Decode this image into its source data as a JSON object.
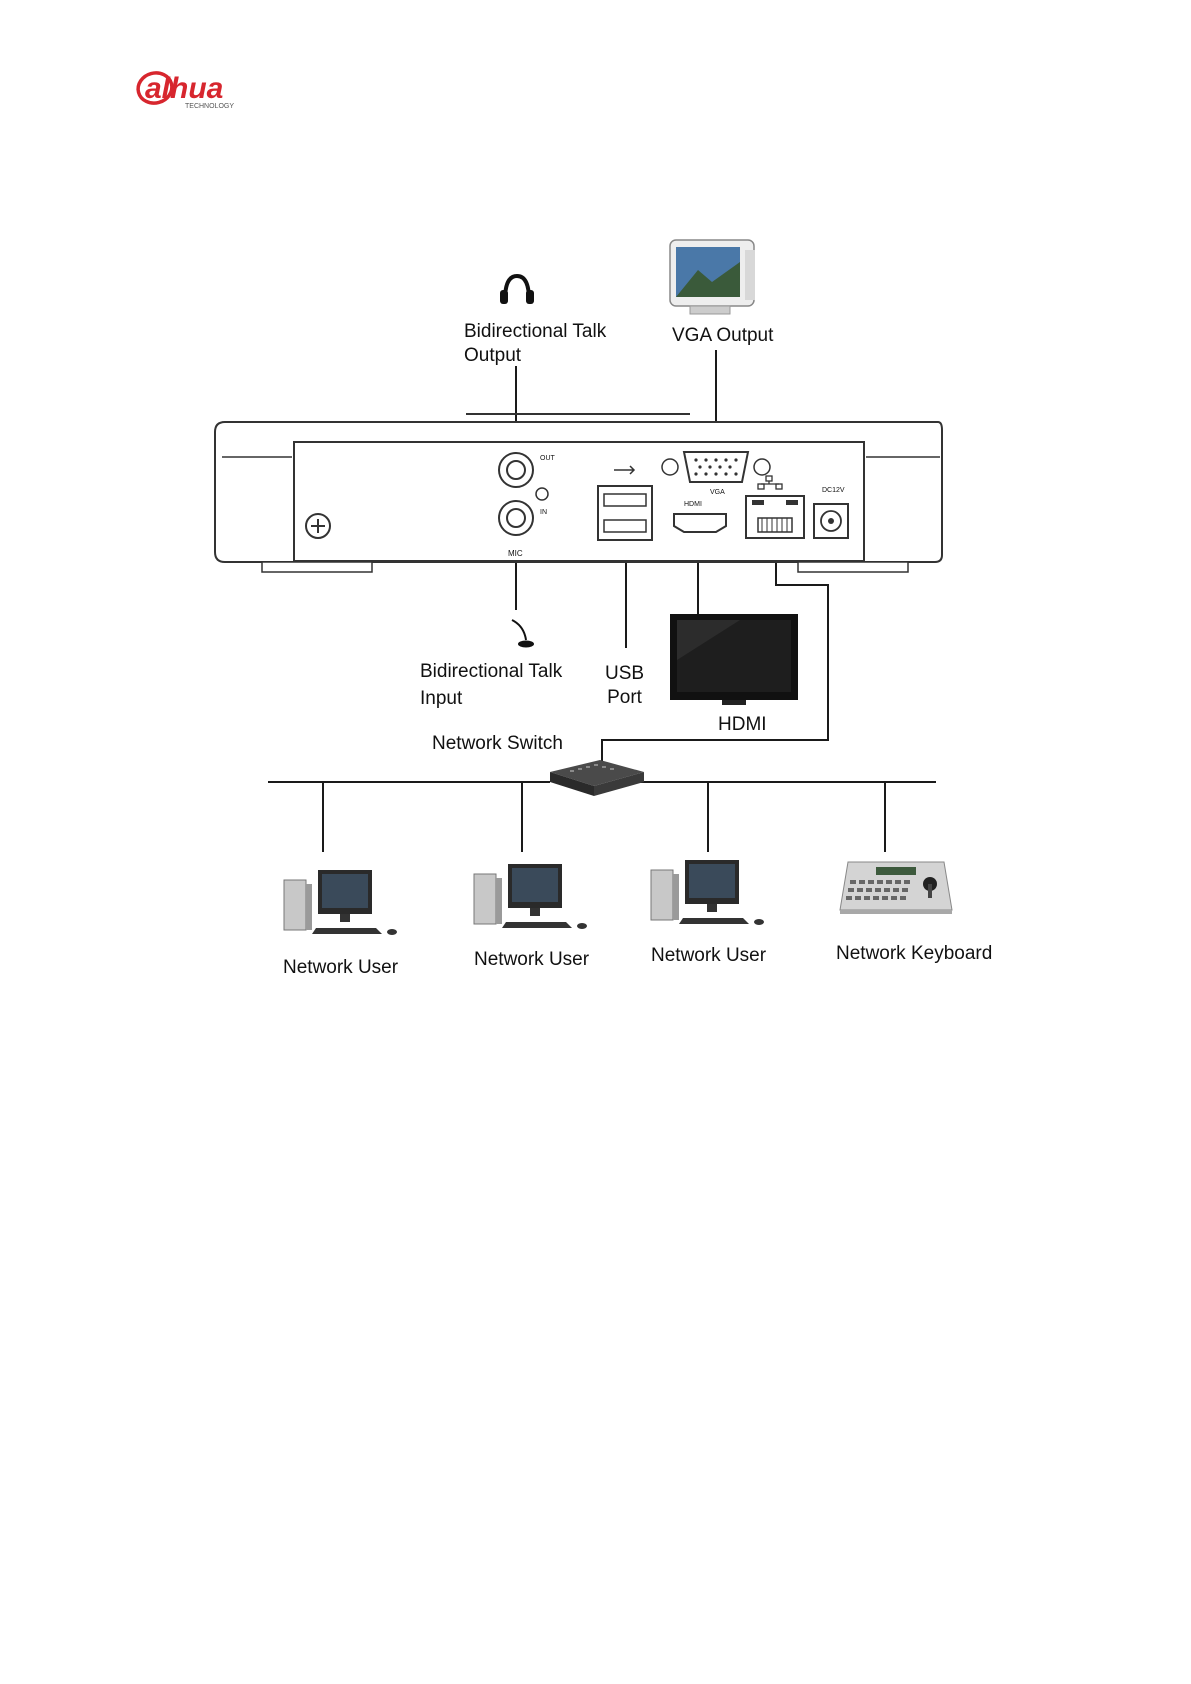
{
  "header": {
    "logo_text": "alhua",
    "logo_subtext": "TECHNOLOGY"
  },
  "device_panel": {
    "port_marks": {
      "audio_out": "OUT",
      "audio_in": "IN",
      "mic": "MIC",
      "vga": "VGA",
      "hdmi": "HDMI",
      "power": "DC12V"
    }
  },
  "diagram": {
    "labels": {
      "talk_output_line1": "Bidirectional Talk",
      "talk_output_line2": "Output",
      "vga_output": "VGA Output",
      "talk_input_line1": "Bidirectional Talk",
      "talk_input_line2": "Input",
      "usb_line1": "USB",
      "usb_line2": "Port",
      "hdmi": "HDMI",
      "network_switch": "Network Switch",
      "network_user_1": "Network User",
      "network_user_2": "Network User",
      "network_user_3": "Network User",
      "network_keyboard": "Network Keyboard"
    }
  },
  "colors": {
    "brand_red": "#d7262e",
    "brand_grey": "#6d6e71",
    "line": "#1a1a1a",
    "device_outline": "#333333"
  },
  "icons": [
    "headphone-icon",
    "crt-monitor-icon",
    "microphone-icon",
    "tv-icon",
    "network-switch-icon",
    "desktop-pc-icon",
    "keyboard-controller-icon"
  ]
}
